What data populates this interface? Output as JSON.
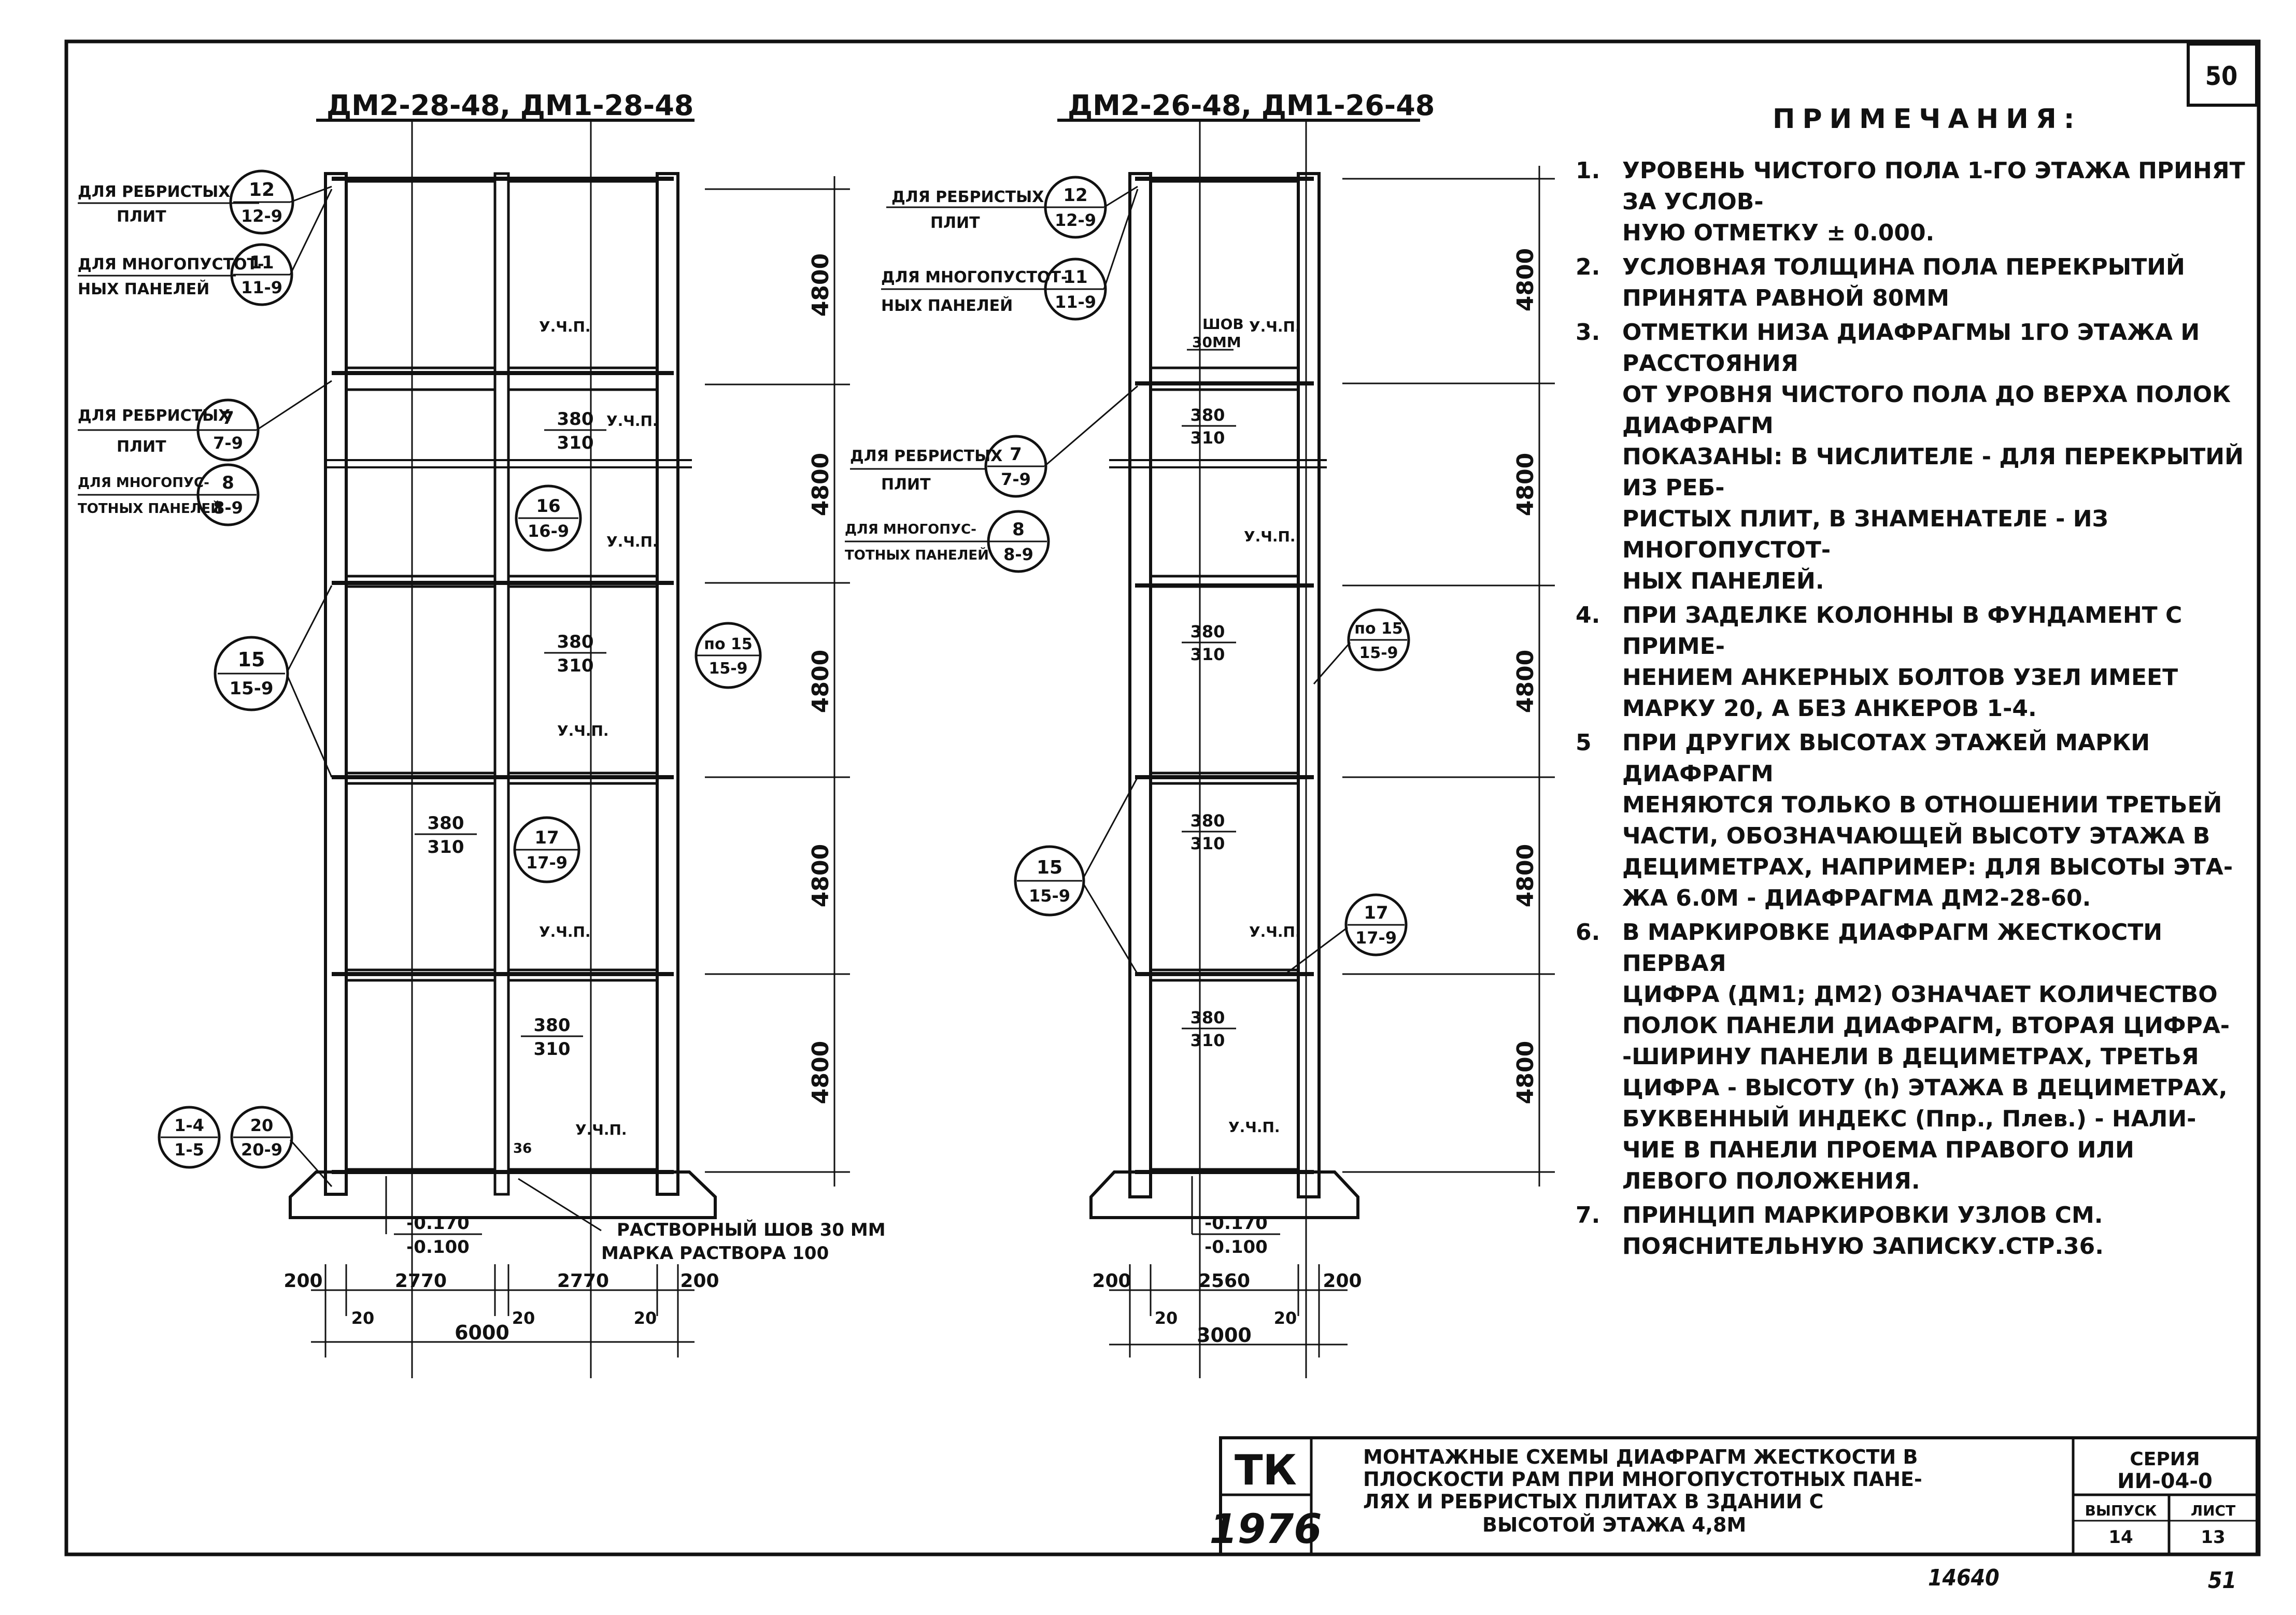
{
  "page_number": "50",
  "footer": {
    "left_note": "14640",
    "right_note": "51"
  },
  "left_frame": {
    "title": "ДМ2-28-48, ДМ1-28-48",
    "label_ribbed_1": "ДЛЯ РЕБРИСТЫХ",
    "label_ribbed_2": "ПЛИТ",
    "label_hollow_1": "ДЛЯ МНОГОПУСТОТ-",
    "label_hollow_2": "НЫХ ПАНЕЛЕЙ",
    "label_hollow_b1": "ДЛЯ МНОГОПУС-",
    "label_hollow_b2": "ТОТНЫХ ПАНЕЛЕЙ",
    "node_12": [
      "12",
      "12-9"
    ],
    "node_11": [
      "11",
      "11-9"
    ],
    "node_7": [
      "7",
      "7-9"
    ],
    "node_8": [
      "8",
      "8-9"
    ],
    "node_16": [
      "16",
      "16-9"
    ],
    "node_15": [
      "15",
      "15-9"
    ],
    "node_po15": [
      "по 15",
      "15-9"
    ],
    "node_17": [
      "17",
      "17-9"
    ],
    "node_20": [
      "20",
      "20-9"
    ],
    "node_14": [
      "1-4",
      "1-5"
    ],
    "floor_dims": [
      "4800",
      "4800",
      "4800",
      "4800",
      "4800"
    ],
    "frac": [
      "380",
      "310"
    ],
    "ucp": "У.Ч.П.",
    "dim_36": "36",
    "mark_lo": [
      "-0.170",
      "-0.100"
    ],
    "mortar_1": "РАСТВОРНЫЙ ШОВ 30 ММ",
    "mortar_2": "МАРКА РАСТВОРА 100",
    "bottom_dims": [
      "200",
      "2770",
      "2770",
      "200"
    ],
    "bottom_small": [
      "20",
      "20",
      "20"
    ],
    "total": "6000"
  },
  "right_frame": {
    "title": "ДМ2-26-48, ДМ1-26-48",
    "seam_1": "ШОВ",
    "seam_2": "30ММ",
    "bottom_dims": [
      "200",
      "2560",
      "200"
    ],
    "bottom_small": [
      "20",
      "20"
    ],
    "total": "3000"
  },
  "notes": {
    "title": "ПРИМЕЧАНИЯ:",
    "items": [
      {
        "n": "1.",
        "t": "УРОВЕНЬ ЧИСТОГО ПОЛА 1-ГО ЭТАЖА ПРИНЯТ ЗА УСЛОВ-\nНУЮ ОТМЕТКУ ± 0.000."
      },
      {
        "n": "2.",
        "t": "УСЛОВНАЯ ТОЛЩИНА ПОЛА ПЕРЕКРЫТИЙ ПРИНЯТА РАВНОЙ 80ММ"
      },
      {
        "n": "3.",
        "t": "ОТМЕТКИ НИЗА ДИАФРАГМЫ 1ГО ЭТАЖА И РАССТОЯНИЯ\nОТ УРОВНЯ ЧИСТОГО ПОЛА ДО ВЕРХА ПОЛОК ДИАФРАГМ\nПОКАЗАНЫ: В ЧИСЛИТЕЛЕ - ДЛЯ ПЕРЕКРЫТИЙ ИЗ РЕБ-\nРИСТЫХ ПЛИТ, В ЗНАМЕНАТЕЛЕ - ИЗ МНОГОПУСТОТ-\nНЫХ ПАНЕЛЕЙ."
      },
      {
        "n": "4.",
        "t": "ПРИ ЗАДЕЛКЕ КОЛОННЫ В ФУНДАМЕНТ С ПРИМЕ-\nНЕНИЕМ АНКЕРНЫХ БОЛТОВ УЗЕЛ ИМЕЕТ\nМАРКУ 20, А БЕЗ АНКЕРОВ 1-4."
      },
      {
        "n": "5",
        "t": "ПРИ ДРУГИХ ВЫСОТАХ ЭТАЖЕЙ МАРКИ ДИАФРАГМ\nМЕНЯЮТСЯ ТОЛЬКО В ОТНОШЕНИИ ТРЕТЬЕЙ\nЧАСТИ, ОБОЗНАЧАЮЩЕЙ ВЫСОТУ ЭТАЖА В\nДЕЦИМЕТРАХ, НАПРИМЕР: ДЛЯ ВЫСОТЫ ЭТА-\nЖА 6.0М - ДИАФРАГМА ДМ2-28-60."
      },
      {
        "n": "6.",
        "t": "В МАРКИРОВКЕ ДИАФРАГМ ЖЕСТКОСТИ ПЕРВАЯ\nЦИФРА (ДМ1; ДМ2) ОЗНАЧАЕТ КОЛИЧЕСТВО\nПОЛОК ПАНЕЛИ ДИАФРАГМ, ВТОРАЯ ЦИФРА-\n-ШИРИНУ ПАНЕЛИ В ДЕЦИМЕТРАХ, ТРЕТЬЯ\nЦИФРА - ВЫСОТУ (h) ЭТАЖА В ДЕЦИМЕТРАХ,\nБУКВЕННЫЙ ИНДЕКС (Ппр., Плев.) - НАЛИ-\nЧИЕ В ПАНЕЛИ ПРОЕМА ПРАВОГО ИЛИ\nЛЕВОГО ПОЛОЖЕНИЯ."
      },
      {
        "n": "7.",
        "t": "ПРИНЦИП МАРКИРОВКИ УЗЛОВ СМ.\nПОЯСНИТЕЛЬНУЮ ЗАПИСКУ.СТР.36."
      }
    ]
  },
  "title_block": {
    "org_1": "ТК",
    "org_2": "1976",
    "description": [
      "МОНТАЖНЫЕ СХЕМЫ ДИАФРАГМ ЖЕСТКОСТИ В",
      "ПЛОСКОСТИ РАМ ПРИ МНОГОПУСТОТНЫХ ПАНЕ-",
      "ЛЯХ И РЕБРИСТЫХ ПЛИТАХ В ЗДАНИИ С",
      "ВЫСОТОЙ ЭТАЖА 4,8М"
    ],
    "series_label": "СЕРИЯ",
    "series": "ИИ-04-0",
    "issue_label": "ВЫПУСК",
    "issue": "14",
    "sheet_label": "ЛИСТ",
    "sheet": "13"
  }
}
